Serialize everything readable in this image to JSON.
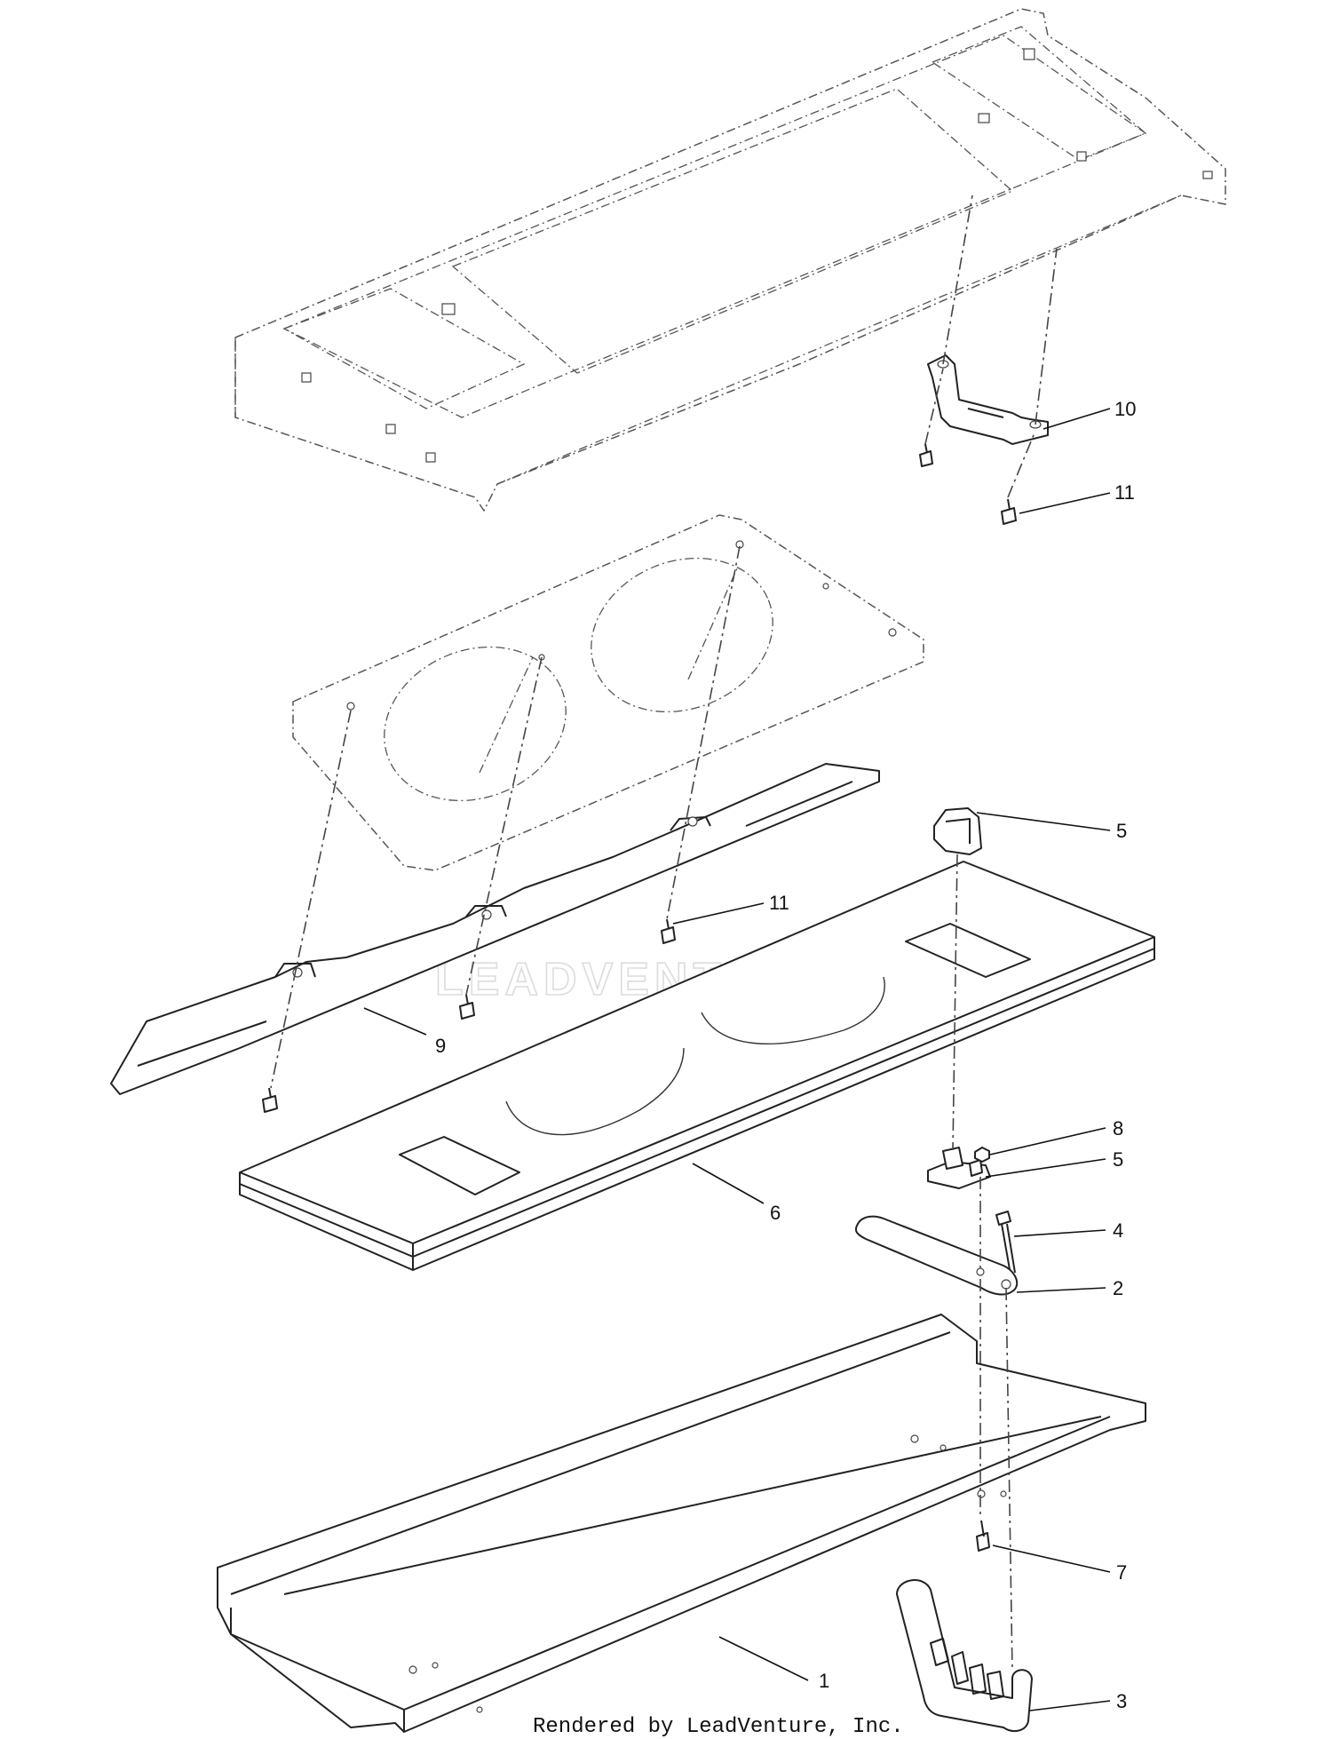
{
  "callouts": {
    "c1": "1",
    "c2": "2",
    "c3": "3",
    "c4": "4",
    "c5a": "5",
    "c5b": "5",
    "c6": "6",
    "c7": "7",
    "c8": "8",
    "c9": "9",
    "c10": "10",
    "c11a": "11",
    "c11b": "11"
  },
  "watermark": "LEADVENTURE",
  "footer": "Rendered by LeadVenture, Inc."
}
